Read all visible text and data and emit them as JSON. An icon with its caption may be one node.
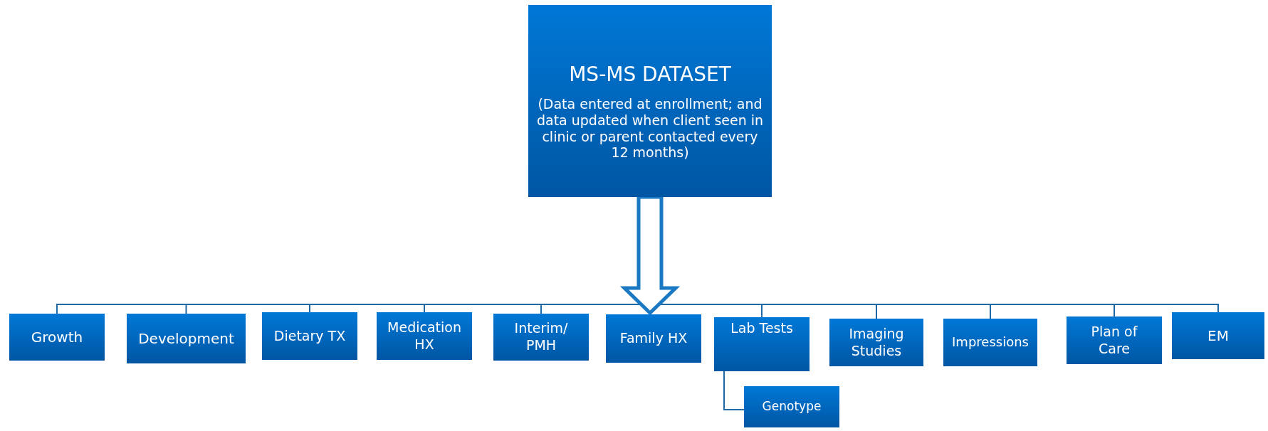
{
  "diagram": {
    "nodes": [
      {
        "text": [
          "MS-MS DATASET",
          "(Data entered at enrollment; and data updated when client seen in clinic or parent contacted every 12 months)"
        ]
      },
      {
        "text": [
          "Growth"
        ]
      },
      {
        "text": [
          "Development"
        ]
      },
      {
        "text": [
          "Dietary TX"
        ]
      },
      {
        "text": [
          "Medication HX"
        ]
      },
      {
        "text": [
          "Interim/ PMH"
        ]
      },
      {
        "text": [
          "Family HX"
        ]
      },
      {
        "text": [
          "Lab Tests"
        ]
      },
      {
        "text": [
          "Genotype"
        ]
      },
      {
        "text": [
          "Imaging Studies"
        ]
      },
      {
        "text": [
          "Impressions"
        ]
      },
      {
        "text": [
          "Plan of Care"
        ]
      },
      {
        "text": [
          "EM"
        ]
      }
    ],
    "edges": [
      {
        "from": 0,
        "to": 6,
        "arrow": "to",
        "style": "thick"
      },
      {
        "from": 0,
        "to": 1,
        "arrow": "none"
      },
      {
        "from": 0,
        "to": 2,
        "arrow": "none"
      },
      {
        "from": 0,
        "to": 3,
        "arrow": "none"
      },
      {
        "from": 0,
        "to": 4,
        "arrow": "none"
      },
      {
        "from": 0,
        "to": 5,
        "arrow": "none"
      },
      {
        "from": 0,
        "to": 7,
        "arrow": "none"
      },
      {
        "from": 0,
        "to": 9,
        "arrow": "none"
      },
      {
        "from": 0,
        "to": 10,
        "arrow": "none"
      },
      {
        "from": 0,
        "to": 11,
        "arrow": "none"
      },
      {
        "from": 0,
        "to": 12,
        "arrow": "none"
      },
      {
        "from": 7,
        "to": 8,
        "arrow": "none"
      }
    ]
  }
}
